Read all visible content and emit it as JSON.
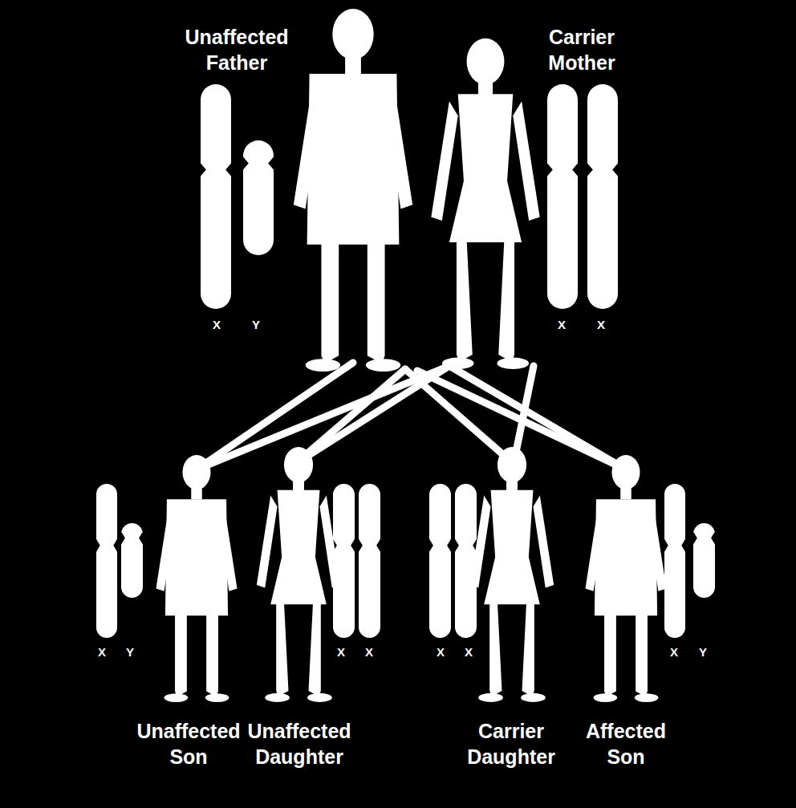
{
  "diagram": {
    "labels": [
      "Unaffected Father",
      "Carrier Mother",
      "X",
      "Y",
      "X",
      "X",
      "X",
      "Y",
      "X",
      "X",
      "X",
      "X",
      "X",
      "Y",
      "Unaffected Son",
      "Unaffected Daughter",
      "Carrier Daughter",
      "Affected Son"
    ]
  }
}
